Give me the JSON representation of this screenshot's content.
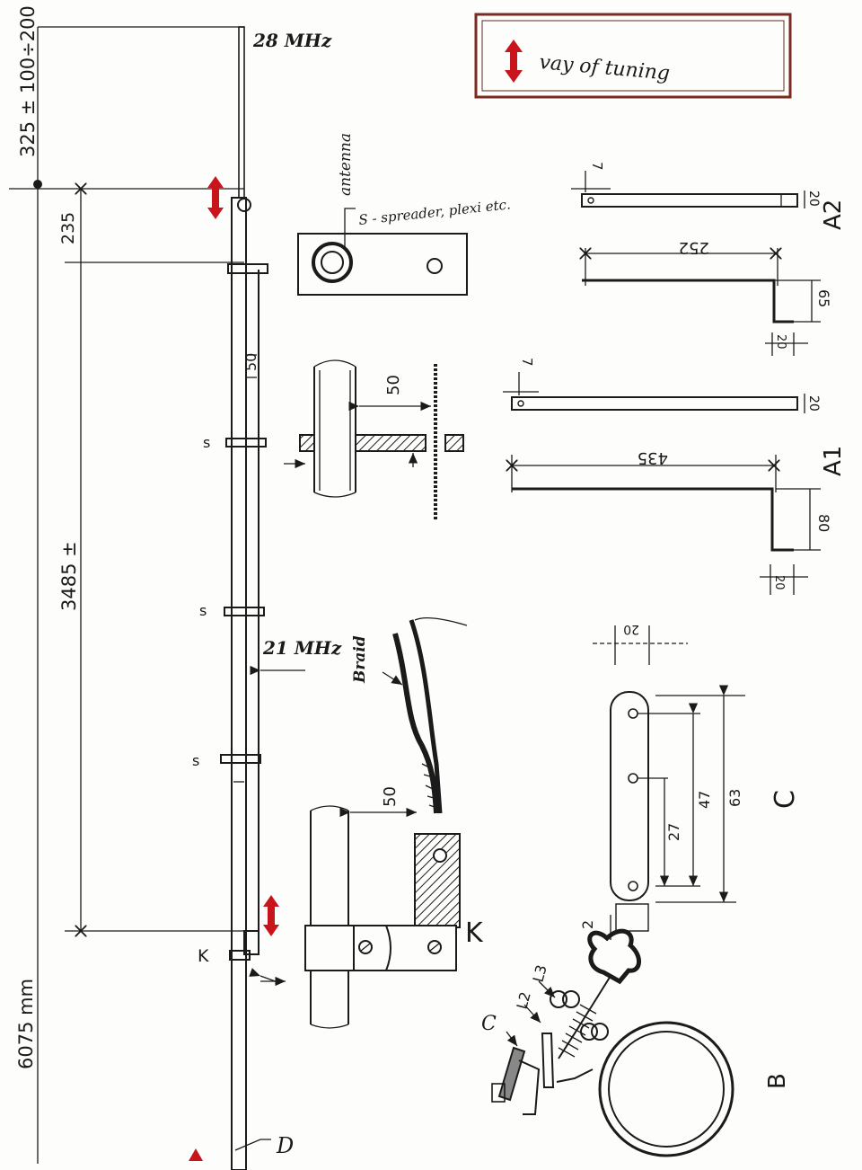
{
  "legend": {
    "label": "vay of tuning",
    "arrow_color": "#c8141b"
  },
  "colors": {
    "ink": "#1b1b1b",
    "paper": "#fdfdfb",
    "tuning": "#c8141b",
    "frame": "#7a2a22"
  },
  "mast": {
    "top_band": "28 MHz",
    "mid_band": "21 MHz",
    "total_length": "6075 mm",
    "top_tip": "325 ± 100÷200",
    "upper_section": "235",
    "main_section": "3485 ±",
    "spacing": "50",
    "spreader_marks": [
      "s",
      "s",
      "s"
    ],
    "clamp_mark": "K",
    "base_mark": "D"
  },
  "spreader_detail": {
    "label": "antenna",
    "caption": "S - spreader, plexi etc."
  },
  "section_detail": {
    "gap": "50"
  },
  "braid_detail": {
    "label": "Braid",
    "gap": "50",
    "clamp_mark": "K"
  },
  "part_a2": {
    "name": "A2",
    "hole": "7",
    "width": "20",
    "length": "252",
    "leg": "65",
    "leg_width": "20"
  },
  "part_a1": {
    "name": "A1",
    "hole": "7",
    "width": "20",
    "length": "435",
    "leg": "80",
    "leg_width": "20"
  },
  "part_c": {
    "name": "C",
    "width": "20",
    "d1": "27",
    "d2": "47",
    "d3": "63",
    "thickness": "2"
  },
  "part_b": {
    "name": "B",
    "labels": [
      "C",
      "L2",
      "L3"
    ]
  }
}
